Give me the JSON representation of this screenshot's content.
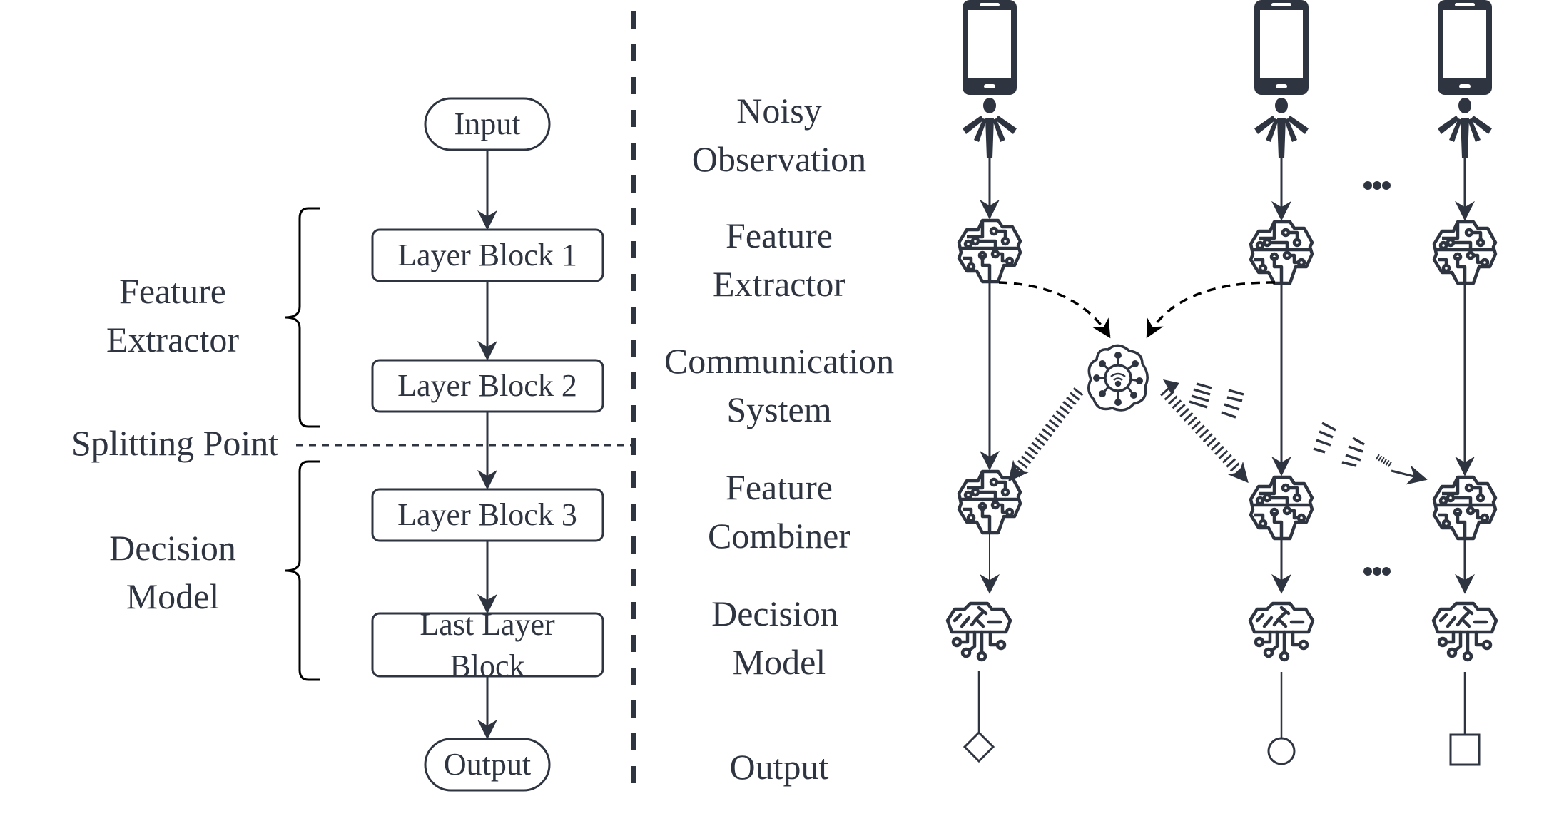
{
  "colors": {
    "ink": "#2e3440",
    "black": "#000000",
    "background": "#ffffff"
  },
  "left_flow": {
    "input": "Input",
    "blocks": [
      "Layer Block 1",
      "Layer Block 2",
      "Layer Block 3"
    ],
    "last_block": [
      "Last Layer",
      "Block"
    ],
    "output": "Output"
  },
  "brace_labels": {
    "feature_extractor": [
      "Feature",
      "Extractor"
    ],
    "splitting_point": "Splitting Point",
    "decision_model": [
      "Decision",
      "Model"
    ]
  },
  "stage_labels": [
    [
      "Noisy",
      "Observation"
    ],
    [
      "Feature",
      "Extractor"
    ],
    [
      "Communication",
      "System"
    ],
    [
      "Feature",
      "Combiner"
    ],
    [
      "Decision",
      "Model"
    ],
    [
      "Output"
    ]
  ],
  "devices": [
    {
      "name": "device-1",
      "output_shape": "diamond"
    },
    {
      "name": "device-2",
      "output_shape": "circle"
    },
    {
      "name": "device-n",
      "output_shape": "square"
    }
  ],
  "icons": {
    "device": "smartphone-icon",
    "sensor": "sensor-icon",
    "feature": "circuit-brain-icon",
    "communication": "network-cloud-icon",
    "decision": "decision-brain-icon",
    "ellipsis": "ellipsis-icon"
  }
}
